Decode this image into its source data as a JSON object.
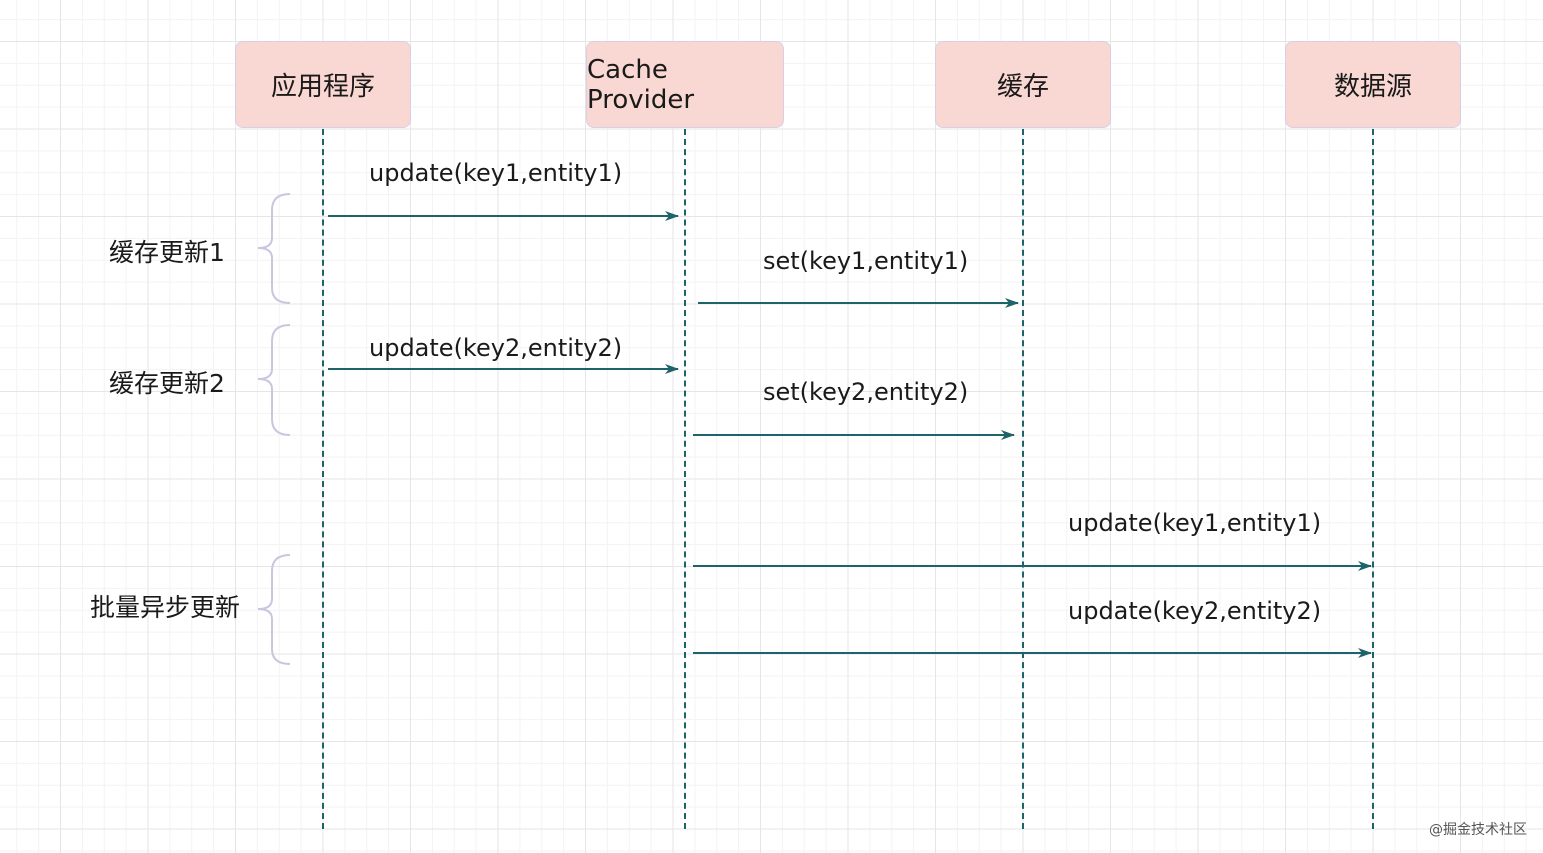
{
  "participants": [
    "应用程序",
    "Cache Provider",
    "缓存",
    "数据源"
  ],
  "messages": [
    {
      "label": "update(key1,entity1)",
      "from": "应用程序",
      "to": "Cache Provider"
    },
    {
      "label": "set(key1,entity1)",
      "from": "Cache Provider",
      "to": "缓存"
    },
    {
      "label": "update(key2,entity2)",
      "from": "应用程序",
      "to": "Cache Provider"
    },
    {
      "label": "set(key2,entity2)",
      "from": "Cache Provider",
      "to": "缓存"
    },
    {
      "label": "update(key1,entity1)",
      "from": "Cache Provider",
      "to": "数据源"
    },
    {
      "label": "update(key2,entity2)",
      "from": "Cache Provider",
      "to": "数据源"
    }
  ],
  "groups": [
    {
      "label": "缓存更新1"
    },
    {
      "label": "缓存更新2"
    },
    {
      "label": "批量异步更新"
    }
  ],
  "watermark": "@掘金技术社区",
  "colors": {
    "arrow": "#1d6369",
    "participant_fill": "#f9d7d2",
    "brace": "#c9c6e0"
  }
}
